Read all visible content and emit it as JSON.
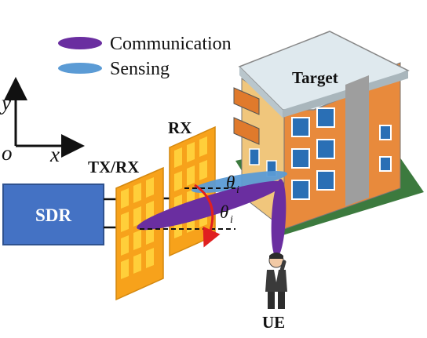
{
  "legend": {
    "items": [
      {
        "label": "Communication",
        "color": "#6a2ea0"
      },
      {
        "label": "Sensing",
        "color": "#5b9bd5"
      }
    ]
  },
  "labels": {
    "target": "Target",
    "rx": "RX",
    "txrx": "TX/RX",
    "sdr": "SDR",
    "ue": "UE"
  },
  "axes": {
    "y": "y",
    "x": "x",
    "origin": "o"
  },
  "angles": {
    "symbol": "θ",
    "subscript": "i"
  },
  "colors": {
    "communication": "#6a2ea0",
    "sensing": "#5b9bd5",
    "sdr_box": "#4472c4",
    "panel": "#f7a21b",
    "arrow": "#e02020"
  },
  "icons": [
    "building-icon",
    "person-icon",
    "antenna-panel-icon"
  ]
}
